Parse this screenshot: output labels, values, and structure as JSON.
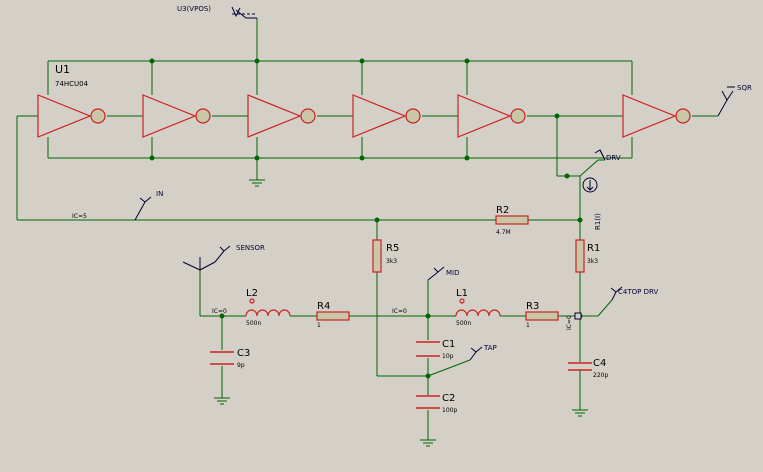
{
  "chip": {
    "ref": "U1",
    "part": "74HCU04"
  },
  "labels": {
    "supply": "U3(VPOS)",
    "out": "SQR",
    "drv": "DRV",
    "in": "IN",
    "sensor": "SENSOR",
    "mid": "MID",
    "tap": "TAP",
    "c4top": "C4TOP DRV"
  },
  "ic_labels": {
    "in_net": "IC=5",
    "sensor_net": "IC=0",
    "mid_net": "IC=0",
    "c4_net": "IC=0"
  },
  "components": {
    "R1": {
      "ref": "R1",
      "value": "3k3"
    },
    "R2": {
      "ref": "R2",
      "value": "4.7M"
    },
    "R3": {
      "ref": "R3",
      "value": "1"
    },
    "R4": {
      "ref": "R4",
      "value": "1"
    },
    "R5": {
      "ref": "R5",
      "value": "3k3"
    },
    "L1": {
      "ref": "L1",
      "value": "500n"
    },
    "L2": {
      "ref": "L2",
      "value": "500n"
    },
    "C1": {
      "ref": "C1",
      "value": "10p"
    },
    "C2": {
      "ref": "C2",
      "value": "100p"
    },
    "C3": {
      "ref": "C3",
      "value": "9p"
    },
    "C4": {
      "ref": "C4",
      "value": "220p"
    }
  },
  "probe": {
    "ref": "R1(I)"
  },
  "colors": {
    "background": "#d4d0c8",
    "wire": "#006600",
    "body": "#cc2222",
    "bubble": "#c8c8a8",
    "junction": "#006600"
  }
}
